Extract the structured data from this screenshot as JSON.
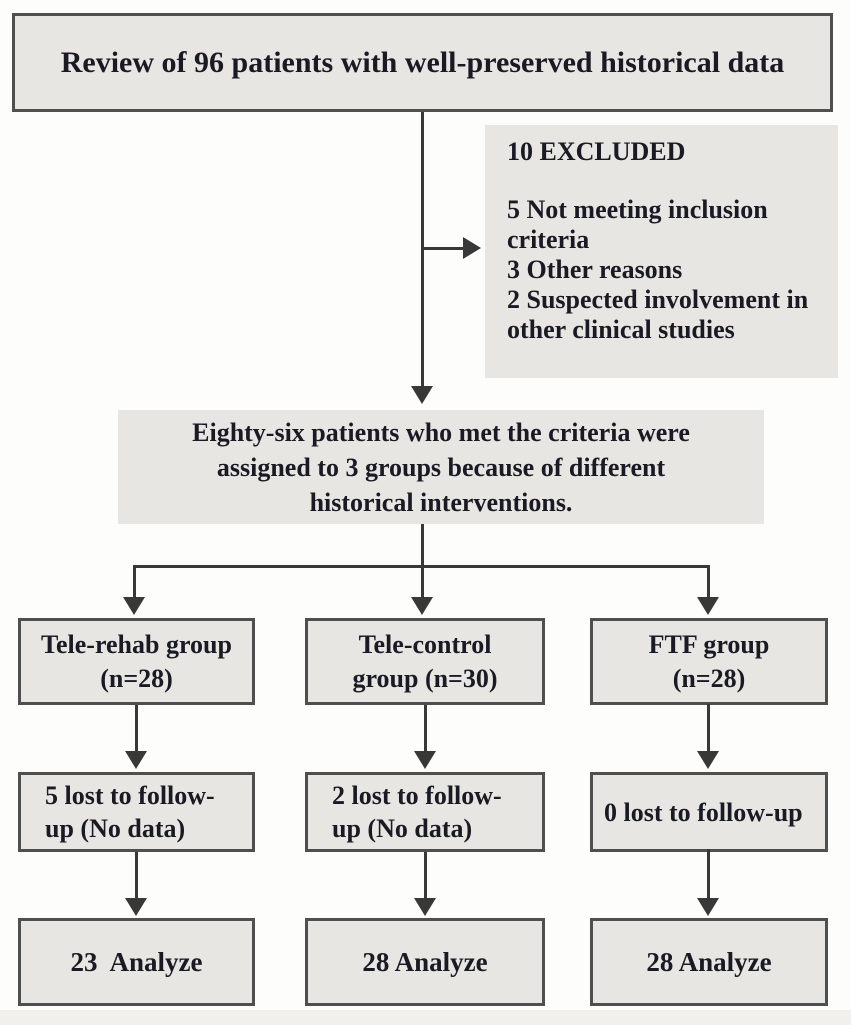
{
  "figure": {
    "review_box": {
      "label": "Review of 96 patients with well-preserved historical data"
    },
    "exclusion_box": {
      "title": "10 EXCLUDED",
      "items": [
        "5 Not meeting inclusion criteria",
        "3 Other reasons",
        "2 Suspected involvement in other clinical studies"
      ]
    },
    "assignment_box": {
      "lines": [
        "Eighty-six patients who met the criteria were",
        "assigned to 3 groups because of different",
        "historical interventions."
      ]
    },
    "columns": [
      {
        "id": "tele-rehab",
        "group_box": {
          "lines": [
            "Tele-rehab group",
            "(n=28)"
          ]
        },
        "lost_box": {
          "lines": [
            "5 lost to follow-",
            "up (No data)"
          ]
        },
        "analyze_box": {
          "label": "23  Analyze"
        }
      },
      {
        "id": "tele-control",
        "group_box": {
          "lines": [
            "Tele-control",
            "group (n=30)"
          ]
        },
        "lost_box": {
          "lines": [
            "2 lost to follow-",
            "up (No data)"
          ]
        },
        "analyze_box": {
          "label": "28 Analyze"
        }
      },
      {
        "id": "ftf",
        "group_box": {
          "lines": [
            "FTF group",
            "(n=28)"
          ]
        },
        "lost_box": {
          "lines": [
            "0 lost to follow-up"
          ]
        },
        "analyze_box": {
          "label": "28 Analyze"
        }
      }
    ],
    "colors": {
      "box_fill": "#e7e6e2",
      "box_border": "#4f4f4f",
      "connector": "#383838",
      "text": "#1a1a24",
      "canvas_bg": "#fdfdfc",
      "scan_band": "#f1f0ec"
    }
  }
}
